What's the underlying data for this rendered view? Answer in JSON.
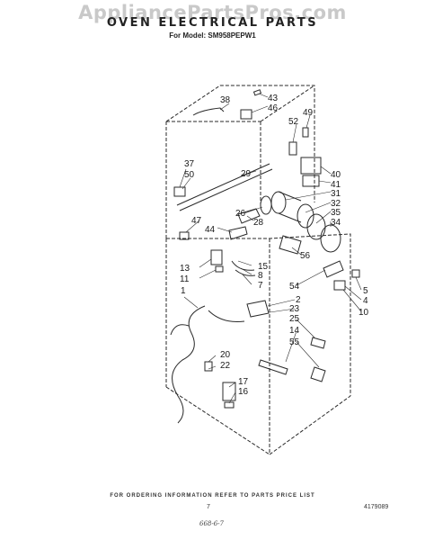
{
  "header": {
    "watermark": "AppliancePartsPros.com",
    "title": "OVEN ELECTRICAL PARTS",
    "model": "For Model: SM958PEPW1"
  },
  "footer": {
    "ordering_note": "FOR ORDERING INFORMATION REFER TO PARTS PRICE LIST",
    "page_number": "7",
    "document_number": "4179089",
    "handwritten": "668-6-7"
  },
  "callouts": {
    "c38": "38",
    "c43": "43",
    "c46": "46",
    "c49": "49",
    "c52": "52",
    "c37": "37",
    "c50": "50",
    "c29": "29",
    "c40": "40",
    "c41": "41",
    "c31": "31",
    "c32": "32",
    "c35": "35",
    "c34": "34",
    "c26": "26",
    "c28": "28",
    "c47": "47",
    "c44": "44",
    "c56": "56",
    "c13": "13",
    "c11": "11",
    "c15": "15",
    "c8": "8",
    "c7": "7",
    "c54": "54",
    "c5": "5",
    "c4": "4",
    "c10": "10",
    "c1": "1",
    "c2": "2",
    "c23": "23",
    "c25": "25",
    "c14": "14",
    "c55": "55",
    "c20": "20",
    "c22": "22",
    "c17": "17",
    "c16": "16"
  }
}
